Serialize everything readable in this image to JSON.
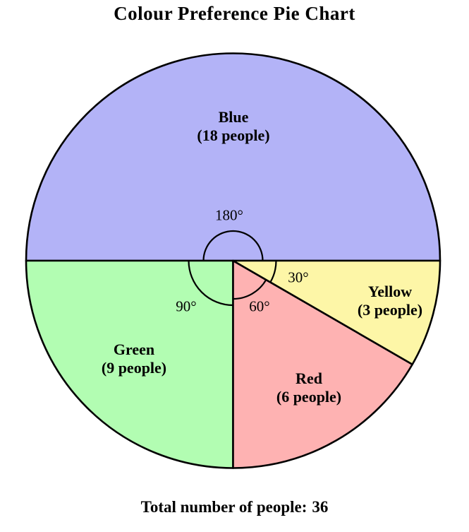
{
  "title": "Colour Preference Pie Chart",
  "footer": {
    "label": "Total number of people:",
    "value": "36"
  },
  "chart_data": {
    "type": "pie",
    "title": "Colour Preference Pie Chart",
    "total_people": 36,
    "unit": "people",
    "stroke_color": "#000000",
    "background": "#ffffff",
    "slices": [
      {
        "label": "Blue",
        "sublabel": "(18 people)",
        "value": 18,
        "angle_deg": 180,
        "angle_label": "180°",
        "color": "#b3b3f7",
        "start_deg": 0,
        "end_deg": 180,
        "marker_radius": 42
      },
      {
        "label": "Green",
        "sublabel": "(9 people)",
        "value": 9,
        "angle_deg": 90,
        "angle_label": "90°",
        "color": "#b2fdb2",
        "start_deg": 180,
        "end_deg": 270,
        "marker_radius": 63
      },
      {
        "label": "Red",
        "sublabel": "(6 people)",
        "value": 6,
        "angle_deg": 60,
        "angle_label": "60°",
        "color": "#feb2b2",
        "start_deg": 270,
        "end_deg": 330,
        "marker_radius": 54
      },
      {
        "label": "Yellow",
        "sublabel": "(3 people)",
        "value": 3,
        "angle_deg": 30,
        "angle_label": "30°",
        "color": "#fdf6a7",
        "start_deg": 330,
        "end_deg": 360,
        "marker_radius": 61
      }
    ]
  }
}
